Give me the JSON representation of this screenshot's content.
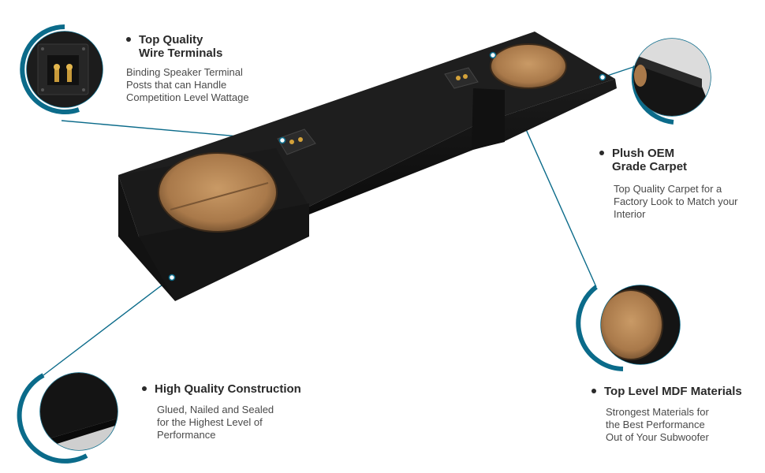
{
  "colors": {
    "accent_teal": "#0b6b8a",
    "carpet_black": "#141414",
    "mdf_tan": "#b3804f",
    "text_dark": "#2a2a2a"
  },
  "features": {
    "wire_terminals": {
      "title": "Top Quality\nWire Terminals",
      "description": "Binding Speaker Terminal\nPosts that can Handle\nCompetition Level Wattage"
    },
    "carpet": {
      "title": "Plush OEM\nGrade Carpet",
      "description": "Top Quality Carpet for a\nFactory Look to Match your\nInterior"
    },
    "construction": {
      "title": "High Quality Construction",
      "description": "Glued, Nailed and Sealed\nfor the Highest Level of\nPerformance"
    },
    "mdf": {
      "title": "Top Level MDF Materials",
      "description": "Strongest Materials for\nthe Best Performance\nOut of  Your Subwoofer"
    }
  }
}
